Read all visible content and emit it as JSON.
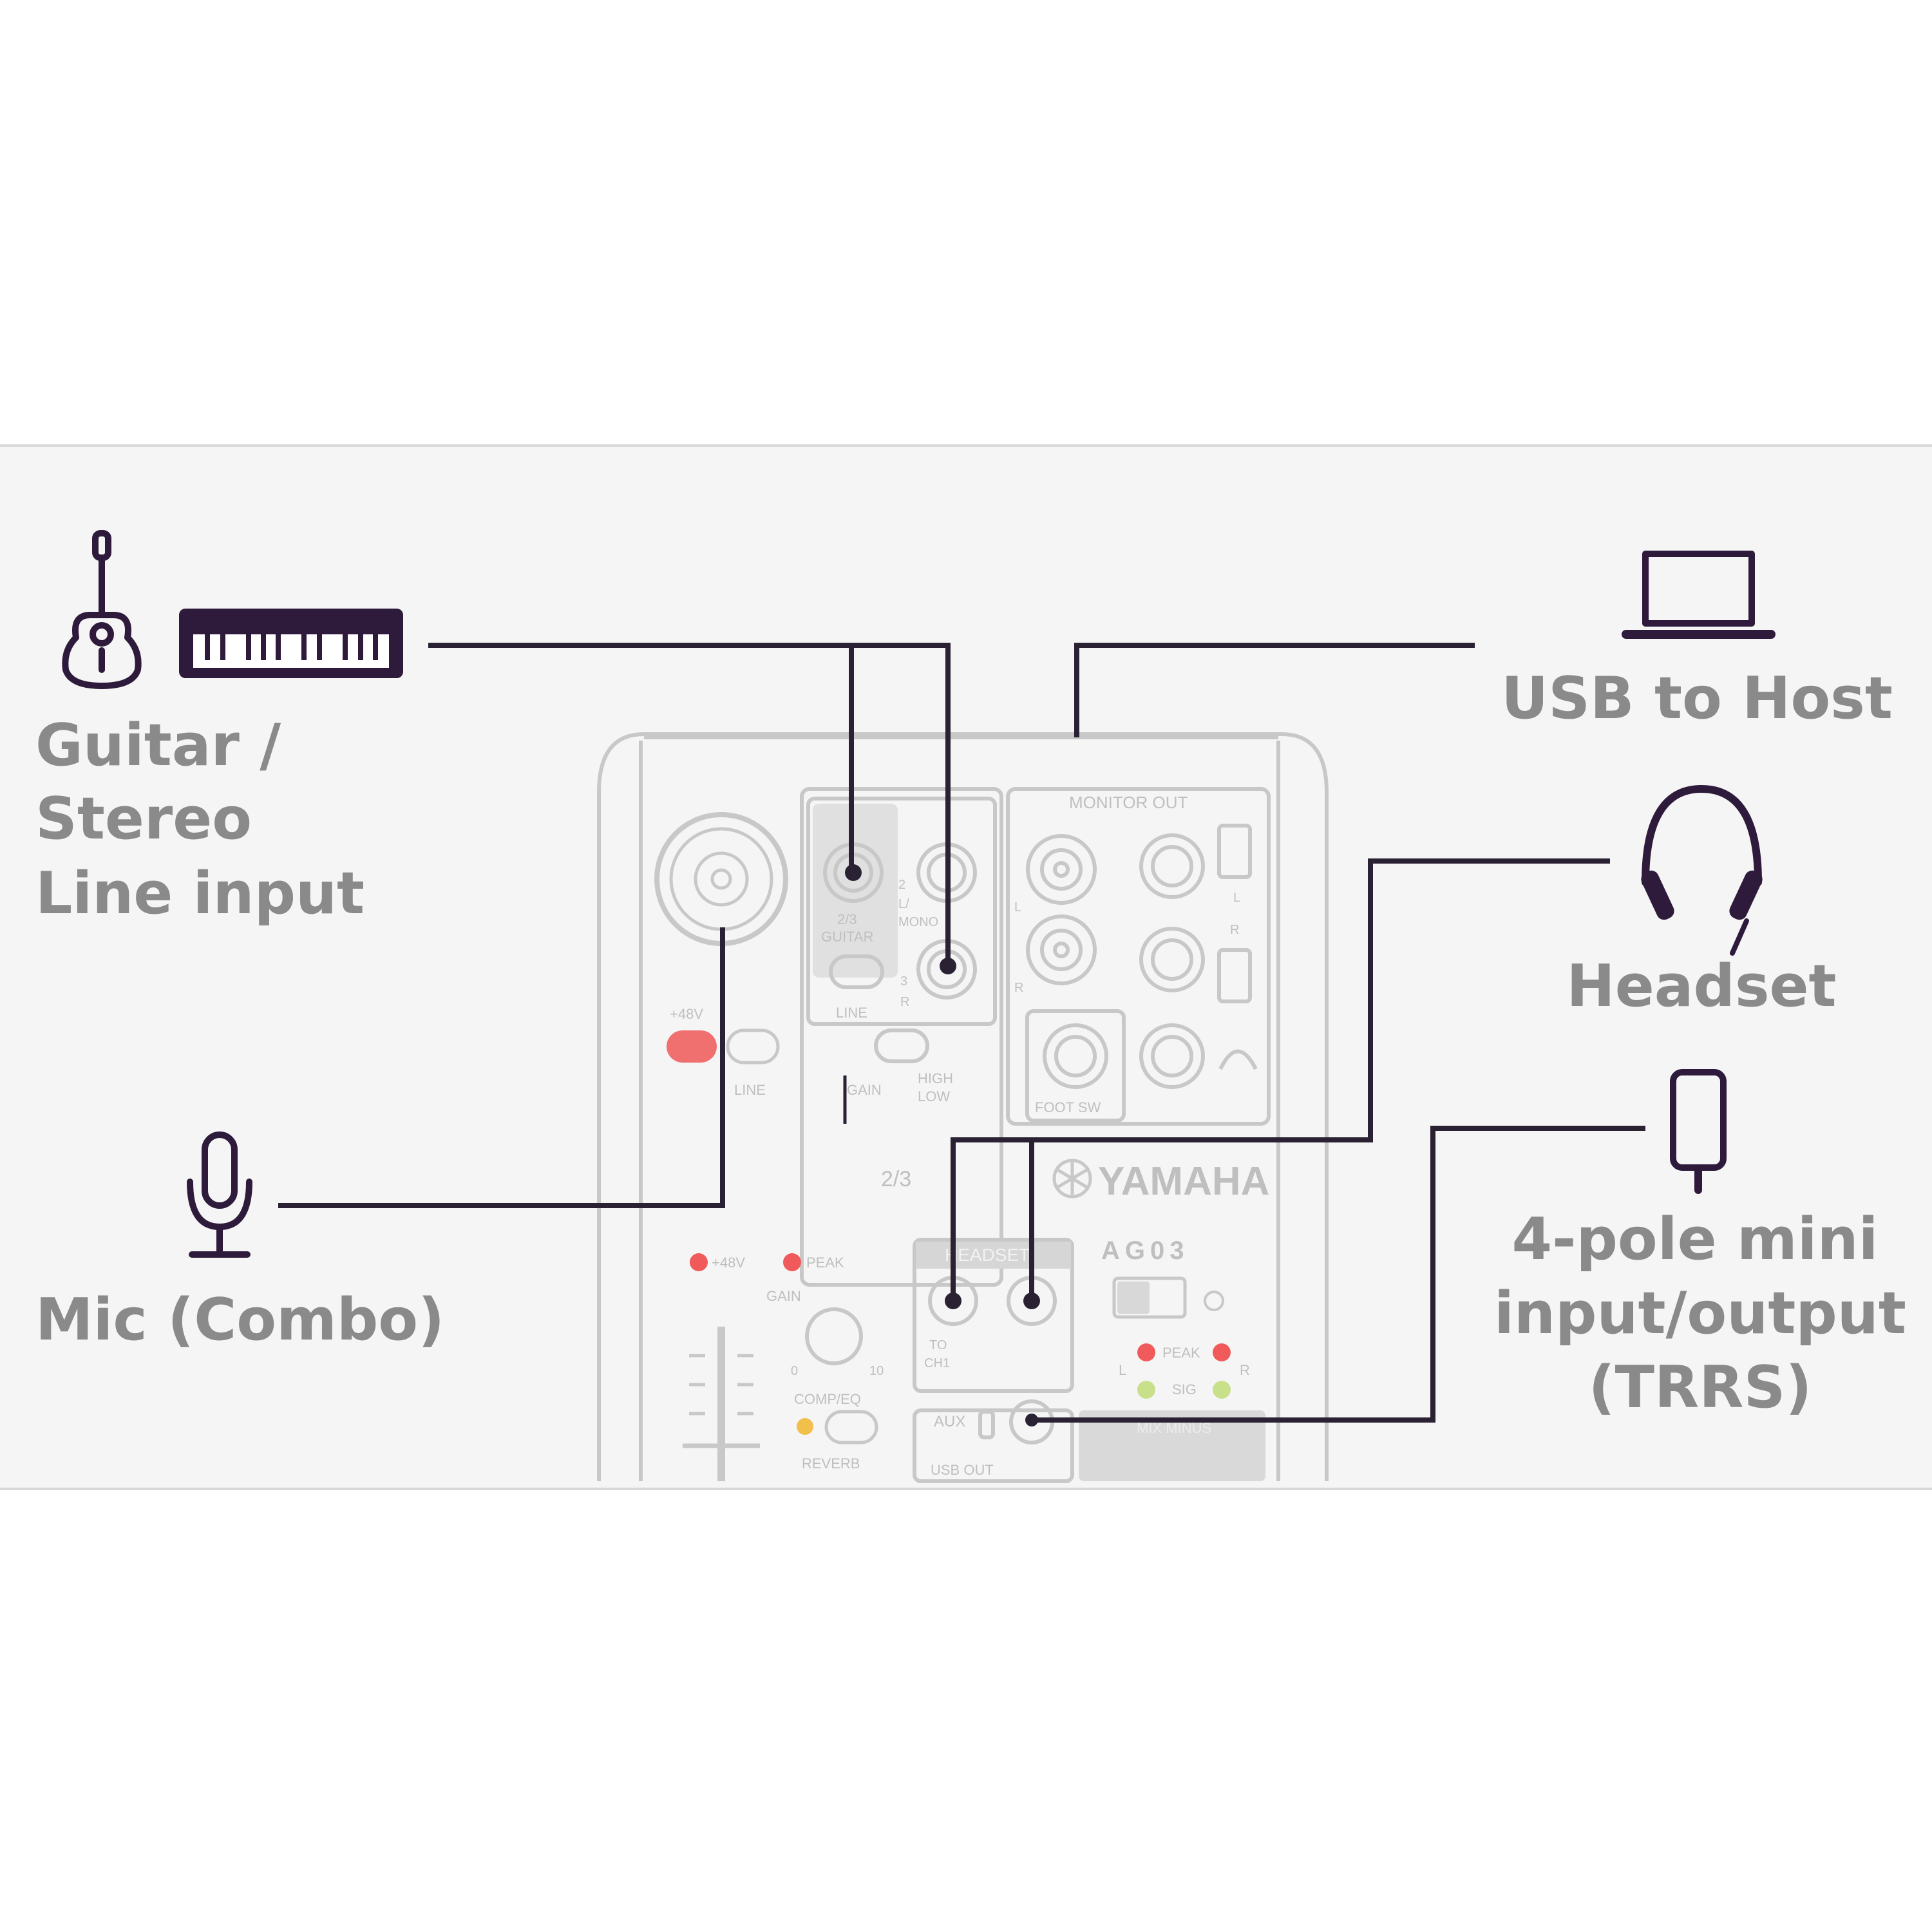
{
  "labels": {
    "guitar": [
      "Guitar /",
      "Stereo",
      "Line input"
    ],
    "mic": "Mic (Combo)",
    "usb": "USB to Host",
    "headset": "Headset",
    "trrs": [
      "4-pole mini",
      "input/output",
      "(TRRS)"
    ]
  },
  "panel": {
    "brand": "YAMAHA",
    "model": "AG03",
    "monitor_out": "MONITOR OUT",
    "guitar_input": [
      "2/3",
      "GUITAR"
    ],
    "l_mono": [
      "2",
      "L/",
      "MONO"
    ],
    "in3": [
      "3",
      "R"
    ],
    "line": "LINE",
    "phantom": "+48V",
    "gain_switch": [
      "GAIN",
      "HIGH",
      "LOW"
    ],
    "ch23": "2/3",
    "foot_sw": "FOOT SW",
    "ch_l": "L",
    "ch_r": "R",
    "peak": "PEAK",
    "gain": "GAIN",
    "gain_scale": [
      "0",
      "10"
    ],
    "comp_eq": "COMP/EQ",
    "reverb": "REVERB",
    "headset": "HEADSET",
    "to_ch1": [
      "TO",
      "CH1"
    ],
    "aux": "AUX",
    "usb_out": "USB OUT",
    "sig": "SIG",
    "mix_minus": "MIX MINUS"
  },
  "colors": {
    "line": "#2a2233",
    "icon": "#2e1a3b",
    "label": "#8a8a8a",
    "panel_line": "#c8c8c8",
    "phantom_led": "#f07070",
    "peak_led": "#f05a5a",
    "sig_led": "#c8e08a",
    "comp_led": "#f0c04a"
  },
  "icons": [
    "guitar-icon",
    "keyboard-icon",
    "microphone-icon",
    "laptop-icon",
    "headphones-icon",
    "smartphone-icon"
  ]
}
